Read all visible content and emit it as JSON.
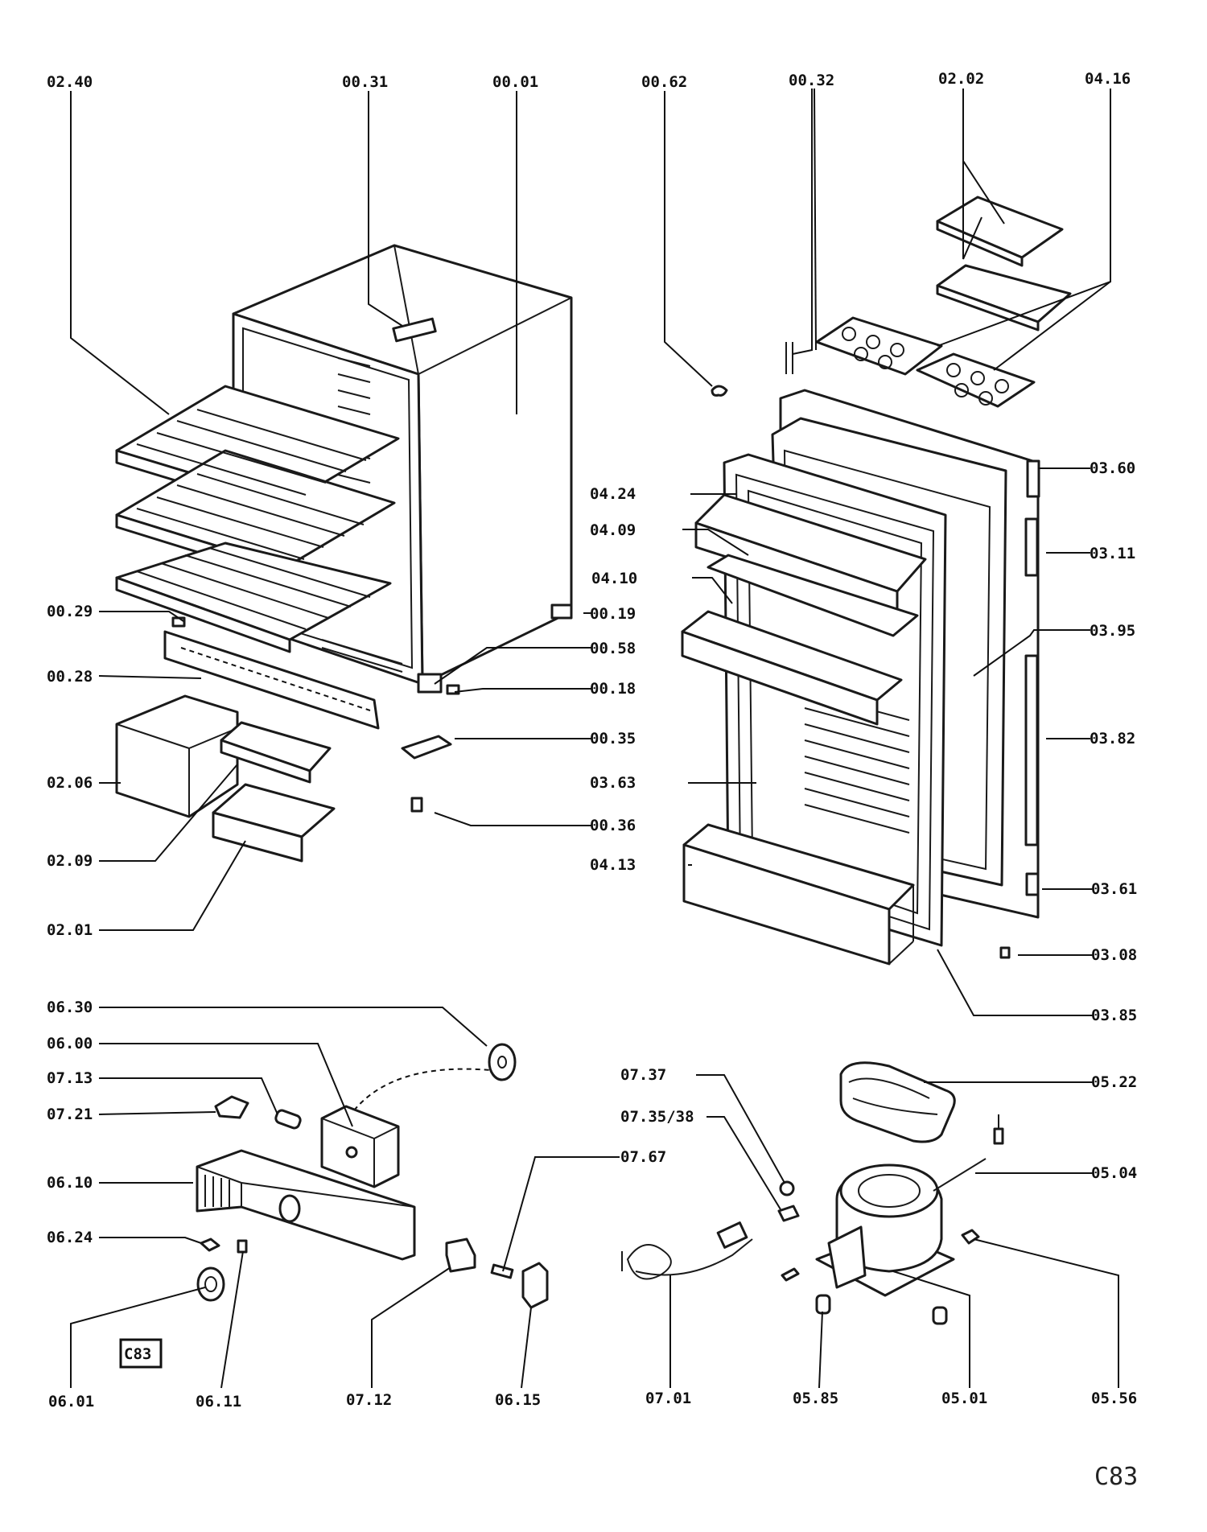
{
  "labels": {
    "l0240": "02.40",
    "l0031": "00.31",
    "l0001": "00.01",
    "l0062": "00.62",
    "l0032": "00.32",
    "l0202": "02.02",
    "l0416": "04.16",
    "l0360": "03.60",
    "l0424": "04.24",
    "l0409": "04.09",
    "l0311": "03.11",
    "l0410": "04.10",
    "l0395": "03.95",
    "l0029": "00.29",
    "l0019": "00.19",
    "l0058": "00.58",
    "l0028": "00.28",
    "l0018": "00.18",
    "l0035": "00.35",
    "l0382": "03.82",
    "l0206": "02.06",
    "l0363": "03.63",
    "l0036": "00.36",
    "l0209": "02.09",
    "l0413": "04.13",
    "l0361": "03.61",
    "l0201": "02.01",
    "l0308": "03.08",
    "l0385": "03.85",
    "l0630": "06.30",
    "l0600": "06.00",
    "l0713": "07.13",
    "l0721": "07.21",
    "l0737": "07.37",
    "l0522": "05.22",
    "l073538": "07.35/38",
    "l0610": "06.10",
    "l0767": "07.67",
    "l0504": "05.04",
    "l0624": "06.24",
    "l0601": "06.01",
    "l0611": "06.11",
    "l0712": "07.12",
    "l0615": "06.15",
    "l0701": "07.01",
    "l0585": "05.85",
    "l0501": "05.01",
    "l0556": "05.56"
  },
  "box_label": "C83",
  "corner_label": "C83",
  "colors": {
    "ink": "#111111",
    "paper": "#ffffff"
  }
}
